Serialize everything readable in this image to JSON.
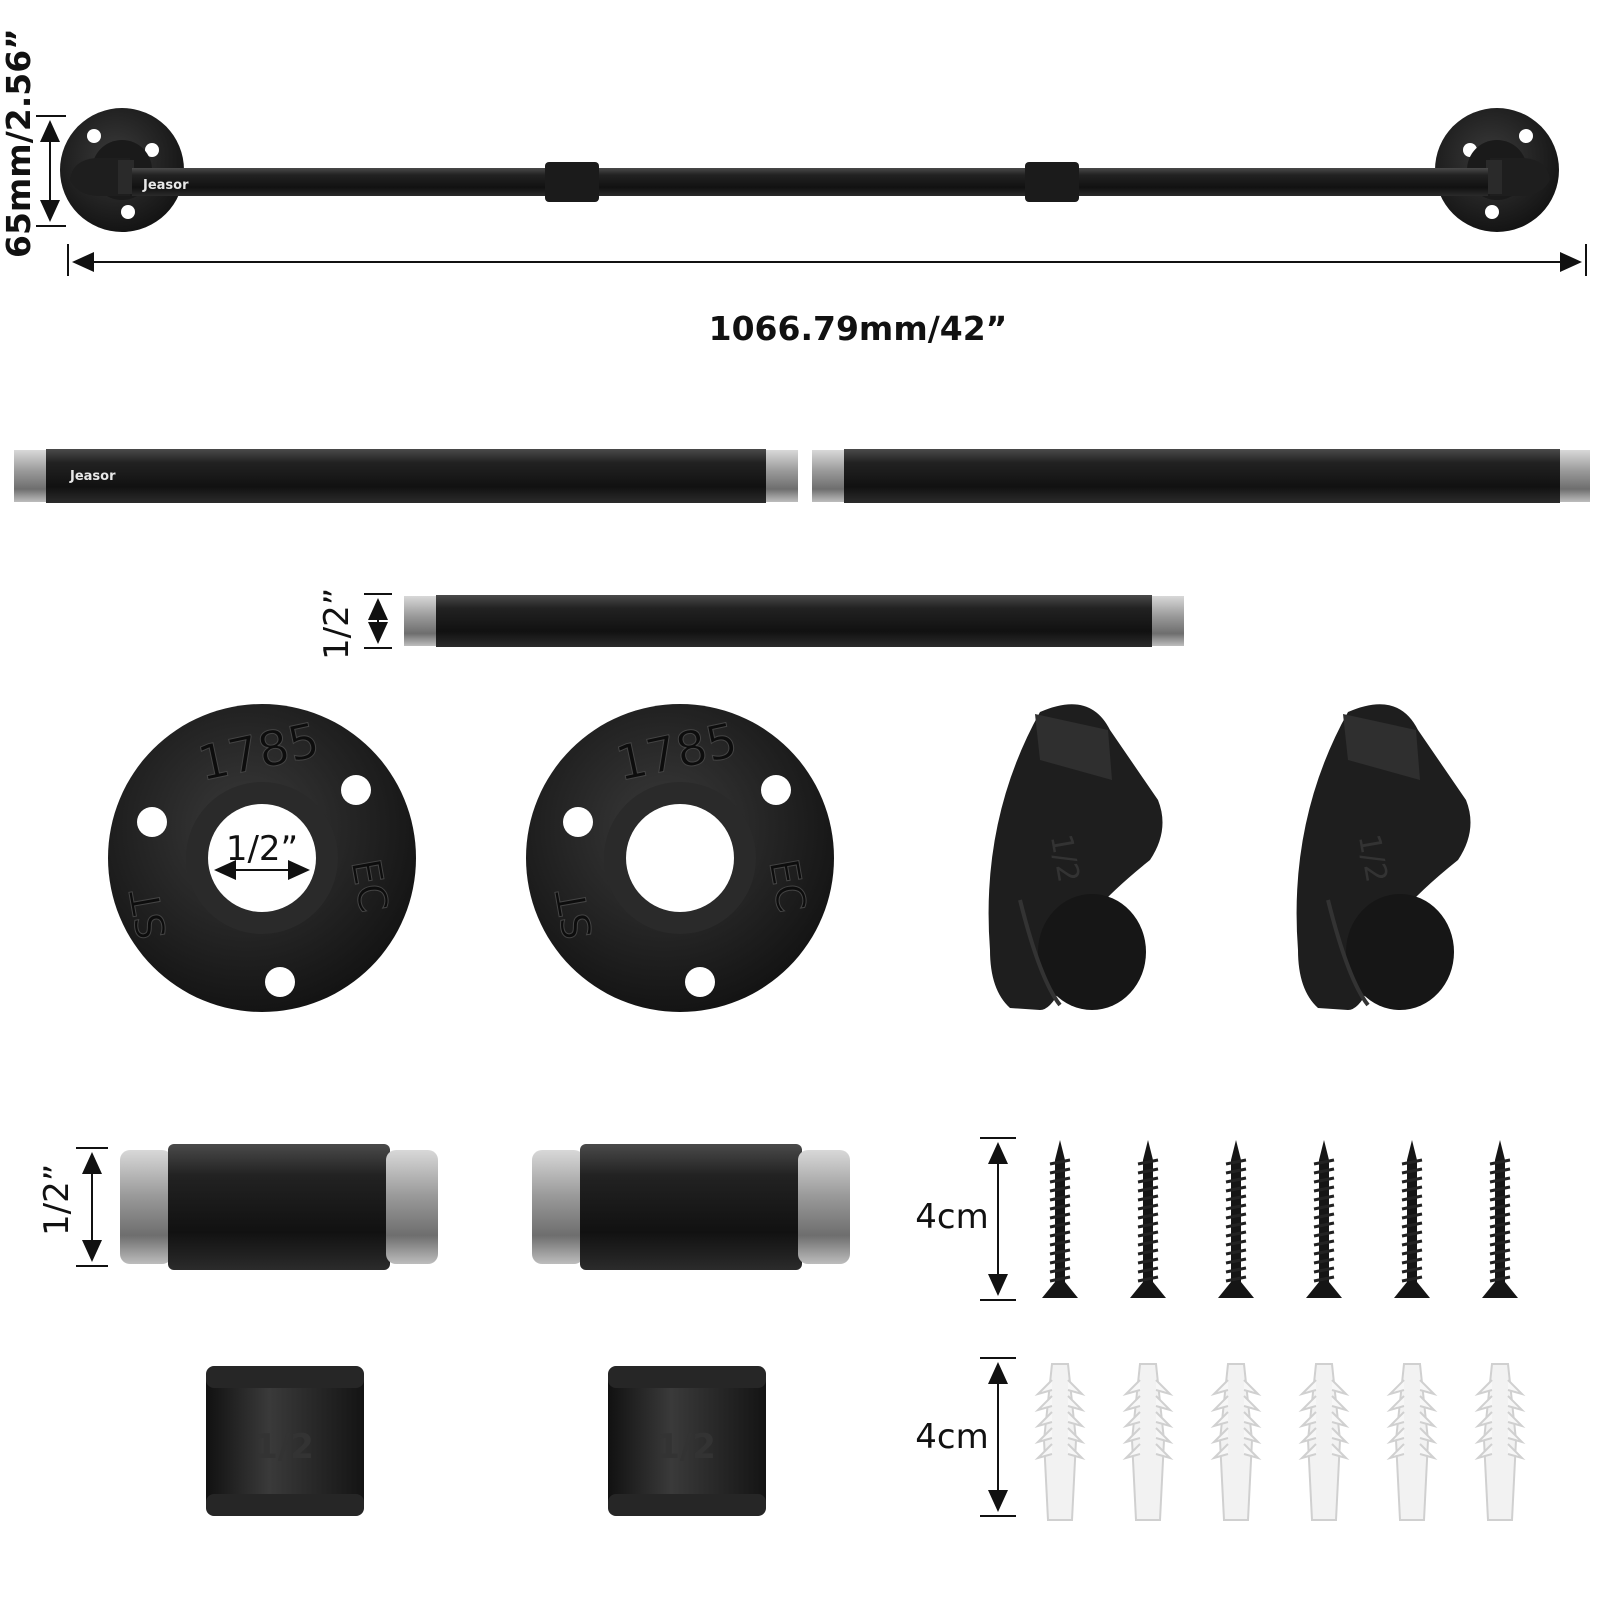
{
  "brand": "Jeasor",
  "dimensions": {
    "height": "65mm/2.56”",
    "length": "1066.79mm/42”",
    "pipe_diameter": "1/2”",
    "flange_inner": "1/2”",
    "nipple_diameter": "1/2”",
    "screw_length": "4cm",
    "anchor_length": "4cm"
  },
  "markings": {
    "flange_number": "1785",
    "flange_letters_right": "EC",
    "flange_letters_left": "ST",
    "fitting_size": "1/2"
  },
  "colors": {
    "iron": "#1c1c1c",
    "thread": "#b9b9b9",
    "anchor": "#f2f2f2"
  }
}
